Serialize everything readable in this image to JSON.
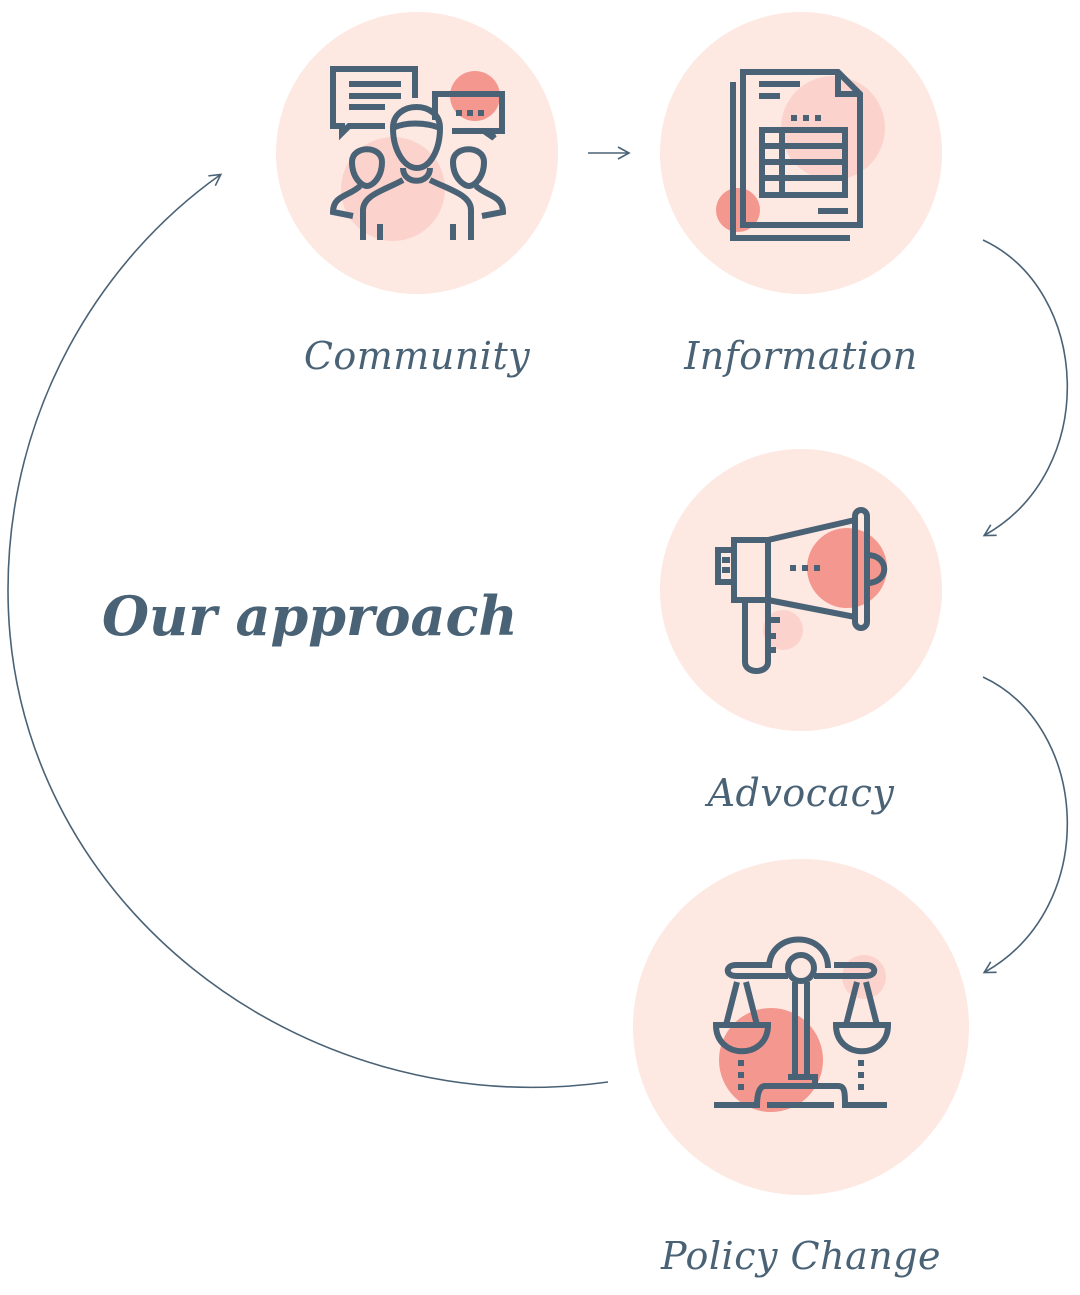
{
  "title": "Our approach",
  "steps": [
    {
      "label": "Community",
      "icon": "community-icon"
    },
    {
      "label": "Information",
      "icon": "document-icon"
    },
    {
      "label": "Advocacy",
      "icon": "megaphone-icon"
    },
    {
      "label": "Policy Change",
      "icon": "scales-icon"
    }
  ],
  "colors": {
    "ink": "#4a6275",
    "circle": "#fde8e2",
    "accent": "#f4978e",
    "accent_light": "#fbd3cc"
  }
}
